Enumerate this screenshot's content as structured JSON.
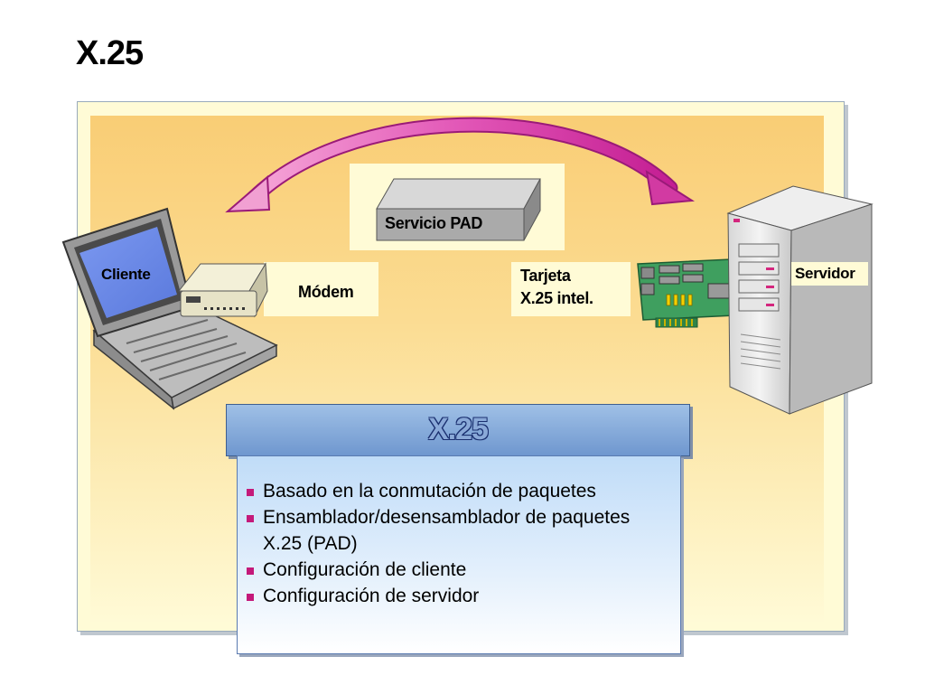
{
  "title": "X.25",
  "labels": {
    "pad": "Servicio PAD",
    "client": "Cliente",
    "modem": "Módem",
    "card_line1": "Tarjeta",
    "card_line2": "X.25 intel.",
    "server": "Servidor"
  },
  "info": {
    "header": "X.25",
    "bullets": [
      "Basado en la conmutación de paquetes",
      "Ensamblador/desensamblador de paquetes",
      "Configuración de cliente",
      "Configuración de servidor"
    ],
    "bullet2_continuation": "X.25 (PAD)"
  },
  "colors": {
    "arrow": "#d83aa8",
    "bullet": "#c4197a",
    "header_blue": "#6f97cf",
    "card_green": "#3f9f5f"
  }
}
